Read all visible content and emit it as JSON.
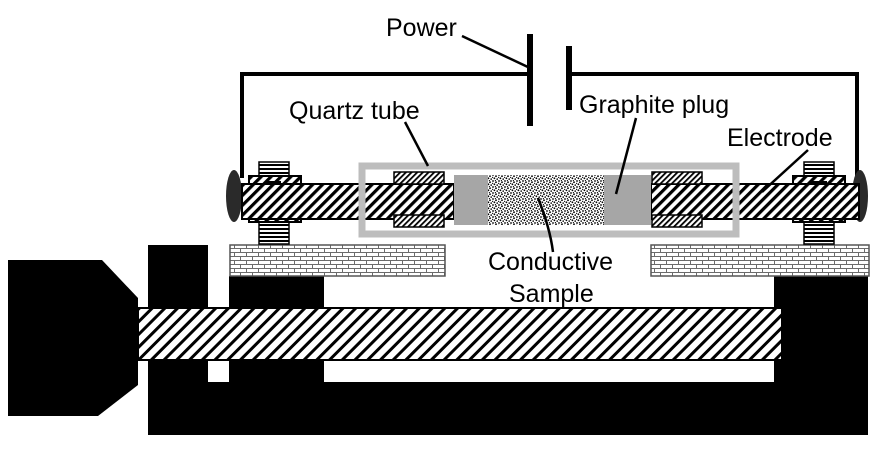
{
  "labels": {
    "power": "Power",
    "quartz_tube": "Quartz tube",
    "graphite_plug": "Graphite plug",
    "electrode": "Electrode",
    "sample_line1": "Conductive",
    "sample_line2": "Sample"
  },
  "colors": {
    "ink": "#000000",
    "tube": "#bdbdbd",
    "graphite": "#a6a6a6",
    "paper": "#ffffff"
  }
}
